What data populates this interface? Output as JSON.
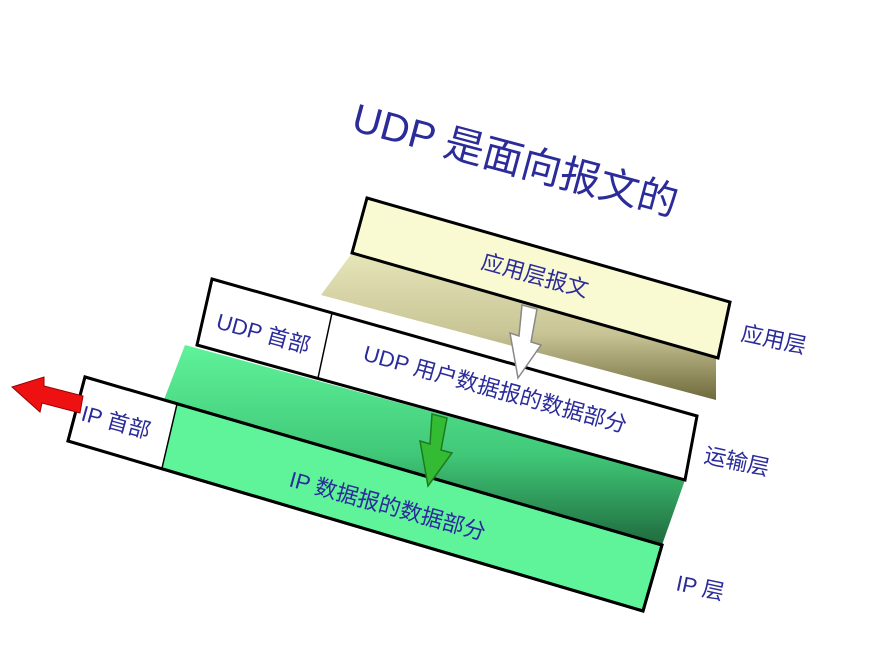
{
  "title": "UDP 是面向报文的",
  "boxes": {
    "app_message": "应用层报文",
    "udp_header": "UDP 首部",
    "udp_data": "UDP 用户数据报的数据部分",
    "ip_header": "IP 首部",
    "ip_data": "IP 数据报的数据部分"
  },
  "layers": {
    "application": "应用层",
    "transport": "运输层",
    "ip": "IP 层"
  },
  "colors": {
    "text": "#2b2b9a",
    "app_box": "#fafad2",
    "green": "#5ff39a",
    "arrow_green": "#33bb33",
    "arrow_red": "#ee1111"
  }
}
